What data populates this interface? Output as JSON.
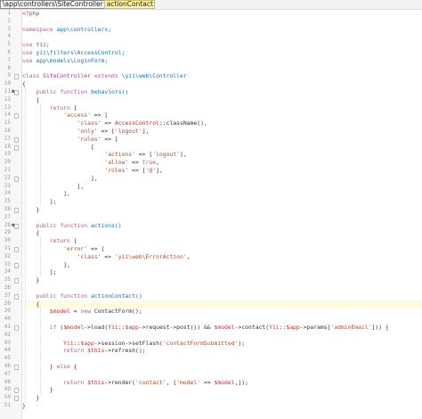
{
  "breadcrumb": {
    "path": "\\app\\controllers\\SiteController",
    "method": "actionContact"
  },
  "editor": {
    "lines": [
      {
        "n": "1",
        "segs": [
          {
            "t": "<?php",
            "c": "php"
          }
        ]
      },
      {
        "n": "2",
        "segs": []
      },
      {
        "n": "3",
        "segs": [
          {
            "t": "namespace ",
            "c": "kw"
          },
          {
            "t": "app\\controllers;",
            "c": "nm"
          }
        ]
      },
      {
        "n": "4",
        "segs": []
      },
      {
        "n": "5",
        "segs": [
          {
            "t": "use ",
            "c": "kw"
          },
          {
            "t": "Yii;",
            "c": "nm"
          }
        ]
      },
      {
        "n": "6",
        "segs": [
          {
            "t": "use ",
            "c": "kw"
          },
          {
            "t": "yii\\filters\\AccessControl;",
            "c": "nm"
          }
        ]
      },
      {
        "n": "7",
        "segs": [
          {
            "t": "use ",
            "c": "kw"
          },
          {
            "t": "app\\models\\LoginForm;",
            "c": "nm"
          }
        ]
      },
      {
        "n": "8",
        "segs": []
      },
      {
        "n": "9",
        "segs": [
          {
            "t": "class ",
            "c": "kw"
          },
          {
            "t": "SiteController ",
            "c": "cls"
          },
          {
            "t": "extends ",
            "c": "kw"
          },
          {
            "t": "\\yii\\web\\Controller",
            "c": "nm"
          }
        ]
      },
      {
        "n": "10",
        "segs": [
          {
            "t": "{",
            "c": ""
          }
        ]
      },
      {
        "n": "11",
        "segs": [
          {
            "t": "    public function ",
            "c": "kw"
          },
          {
            "t": "behaviors()",
            "c": "nm"
          }
        ]
      },
      {
        "n": "12",
        "segs": [
          {
            "t": "    {",
            "c": ""
          }
        ]
      },
      {
        "n": "13",
        "segs": [
          {
            "t": "        return ",
            "c": "kw"
          },
          {
            "t": "[",
            "c": ""
          }
        ]
      },
      {
        "n": "14",
        "segs": [
          {
            "t": "            ",
            "c": ""
          },
          {
            "t": "'access'",
            "c": "str"
          },
          {
            "t": " => [",
            "c": ""
          }
        ]
      },
      {
        "n": "15",
        "segs": [
          {
            "t": "                ",
            "c": ""
          },
          {
            "t": "'class'",
            "c": "str"
          },
          {
            "t": " => ",
            "c": ""
          },
          {
            "t": "AccessControl",
            "c": "var"
          },
          {
            "t": "::className(),",
            "c": ""
          }
        ]
      },
      {
        "n": "16",
        "segs": [
          {
            "t": "                ",
            "c": ""
          },
          {
            "t": "'only'",
            "c": "str"
          },
          {
            "t": " => [",
            "c": ""
          },
          {
            "t": "'logout'",
            "c": "str"
          },
          {
            "t": "],",
            "c": ""
          }
        ]
      },
      {
        "n": "17",
        "segs": [
          {
            "t": "                ",
            "c": ""
          },
          {
            "t": "'rules'",
            "c": "str"
          },
          {
            "t": " => [",
            "c": ""
          }
        ]
      },
      {
        "n": "18",
        "segs": [
          {
            "t": "                    [",
            "c": ""
          }
        ]
      },
      {
        "n": "19",
        "segs": [
          {
            "t": "                        ",
            "c": ""
          },
          {
            "t": "'actions'",
            "c": "str"
          },
          {
            "t": " => [",
            "c": ""
          },
          {
            "t": "'logout'",
            "c": "str"
          },
          {
            "t": "],",
            "c": ""
          }
        ]
      },
      {
        "n": "20",
        "segs": [
          {
            "t": "                        ",
            "c": ""
          },
          {
            "t": "'allow'",
            "c": "str"
          },
          {
            "t": " => ",
            "c": ""
          },
          {
            "t": "true",
            "c": "kw"
          },
          {
            "t": ",",
            "c": ""
          }
        ]
      },
      {
        "n": "21",
        "segs": [
          {
            "t": "                        ",
            "c": ""
          },
          {
            "t": "'roles'",
            "c": "str"
          },
          {
            "t": " => [",
            "c": ""
          },
          {
            "t": "'@'",
            "c": "str"
          },
          {
            "t": "],",
            "c": ""
          }
        ]
      },
      {
        "n": "22",
        "segs": [
          {
            "t": "                    ],",
            "c": ""
          }
        ]
      },
      {
        "n": "23",
        "segs": [
          {
            "t": "                ],",
            "c": ""
          }
        ]
      },
      {
        "n": "24",
        "segs": [
          {
            "t": "            ],",
            "c": ""
          }
        ]
      },
      {
        "n": "25",
        "segs": [
          {
            "t": "        ];",
            "c": ""
          }
        ]
      },
      {
        "n": "26",
        "segs": [
          {
            "t": "    }",
            "c": ""
          }
        ]
      },
      {
        "n": "27",
        "segs": []
      },
      {
        "n": "28",
        "segs": [
          {
            "t": "    public function ",
            "c": "kw"
          },
          {
            "t": "actions()",
            "c": "nm"
          }
        ]
      },
      {
        "n": "29",
        "segs": [
          {
            "t": "    {",
            "c": ""
          }
        ]
      },
      {
        "n": "30",
        "segs": [
          {
            "t": "        return ",
            "c": "kw"
          },
          {
            "t": "[",
            "c": ""
          }
        ]
      },
      {
        "n": "31",
        "segs": [
          {
            "t": "            ",
            "c": ""
          },
          {
            "t": "'error'",
            "c": "str"
          },
          {
            "t": " => [",
            "c": ""
          }
        ]
      },
      {
        "n": "32",
        "segs": [
          {
            "t": "                ",
            "c": ""
          },
          {
            "t": "'class'",
            "c": "str"
          },
          {
            "t": " => ",
            "c": ""
          },
          {
            "t": "'yii\\web\\ErrorAction'",
            "c": "str"
          },
          {
            "t": ",",
            "c": ""
          }
        ]
      },
      {
        "n": "33",
        "segs": [
          {
            "t": "            ],",
            "c": ""
          }
        ]
      },
      {
        "n": "34",
        "segs": [
          {
            "t": "        ];",
            "c": ""
          }
        ]
      },
      {
        "n": "35",
        "segs": [
          {
            "t": "    }",
            "c": ""
          }
        ]
      },
      {
        "n": "36",
        "segs": []
      },
      {
        "n": "37",
        "segs": [
          {
            "t": "    public function ",
            "c": "kw"
          },
          {
            "t": "actionContact()",
            "c": "nm"
          }
        ]
      },
      {
        "n": "38",
        "segs": [
          {
            "t": "    {",
            "c": ""
          }
        ],
        "hl": true
      },
      {
        "n": "39",
        "segs": [
          {
            "t": "        ",
            "c": ""
          },
          {
            "t": "$model",
            "c": "var"
          },
          {
            "t": " = ",
            "c": ""
          },
          {
            "t": "new ",
            "c": "kw"
          },
          {
            "t": "ContactForm();",
            "c": ""
          }
        ]
      },
      {
        "n": "40",
        "segs": []
      },
      {
        "n": "41",
        "segs": [
          {
            "t": "        ",
            "c": ""
          },
          {
            "t": "if ",
            "c": "kw"
          },
          {
            "t": "(",
            "c": ""
          },
          {
            "t": "$model",
            "c": "var"
          },
          {
            "t": "->load(",
            "c": ""
          },
          {
            "t": "Yii",
            "c": "var"
          },
          {
            "t": "::",
            "c": ""
          },
          {
            "t": "$app",
            "c": "var"
          },
          {
            "t": "->request->post()) && ",
            "c": ""
          },
          {
            "t": "$model",
            "c": "var"
          },
          {
            "t": "->contact(",
            "c": ""
          },
          {
            "t": "Yii",
            "c": "var"
          },
          {
            "t": "::",
            "c": ""
          },
          {
            "t": "$app",
            "c": "var"
          },
          {
            "t": "->params[",
            "c": ""
          },
          {
            "t": "'adminEmail'",
            "c": "str"
          },
          {
            "t": "])) {",
            "c": ""
          }
        ]
      },
      {
        "n": "42",
        "segs": []
      },
      {
        "n": "43",
        "segs": [
          {
            "t": "            ",
            "c": ""
          },
          {
            "t": "Yii",
            "c": "var"
          },
          {
            "t": "::",
            "c": ""
          },
          {
            "t": "$app",
            "c": "var"
          },
          {
            "t": "->session->setFlash(",
            "c": ""
          },
          {
            "t": "'contactFormSubmitted'",
            "c": "str"
          },
          {
            "t": ");",
            "c": ""
          }
        ]
      },
      {
        "n": "44",
        "segs": [
          {
            "t": "            ",
            "c": ""
          },
          {
            "t": "return ",
            "c": "kw"
          },
          {
            "t": "$this",
            "c": "var"
          },
          {
            "t": "->refresh();",
            "c": ""
          }
        ]
      },
      {
        "n": "45",
        "segs": []
      },
      {
        "n": "46",
        "segs": [
          {
            "t": "        } ",
            "c": ""
          },
          {
            "t": "else ",
            "c": "kw"
          },
          {
            "t": "{",
            "c": ""
          }
        ]
      },
      {
        "n": "47",
        "segs": []
      },
      {
        "n": "48",
        "segs": [
          {
            "t": "            ",
            "c": ""
          },
          {
            "t": "return ",
            "c": "kw"
          },
          {
            "t": "$this",
            "c": "var"
          },
          {
            "t": "->render(",
            "c": ""
          },
          {
            "t": "'contact'",
            "c": "str"
          },
          {
            "t": ", [",
            "c": ""
          },
          {
            "t": "'model'",
            "c": "str"
          },
          {
            "t": " => ",
            "c": ""
          },
          {
            "t": "$model",
            "c": "var"
          },
          {
            "t": ",]);",
            "c": ""
          }
        ]
      },
      {
        "n": "49",
        "segs": [
          {
            "t": "        }",
            "c": ""
          }
        ]
      },
      {
        "n": "50",
        "segs": [
          {
            "t": "    }",
            "c": ""
          }
        ]
      },
      {
        "n": "51",
        "segs": [
          {
            "t": "}",
            "c": ""
          }
        ]
      }
    ],
    "folds": [
      "9",
      "11",
      "14",
      "17",
      "18",
      "22",
      "26",
      "28",
      "31",
      "33",
      "35",
      "37",
      "41",
      "46",
      "49",
      "50"
    ],
    "overrides": [
      "11",
      "28"
    ],
    "current_line": "38"
  },
  "colors": {
    "keyword": "#b45b96",
    "string": "#b24a2a",
    "variable": "#c03030",
    "name": "#1c6fb2",
    "current_line_bg": "#fffbe0"
  }
}
